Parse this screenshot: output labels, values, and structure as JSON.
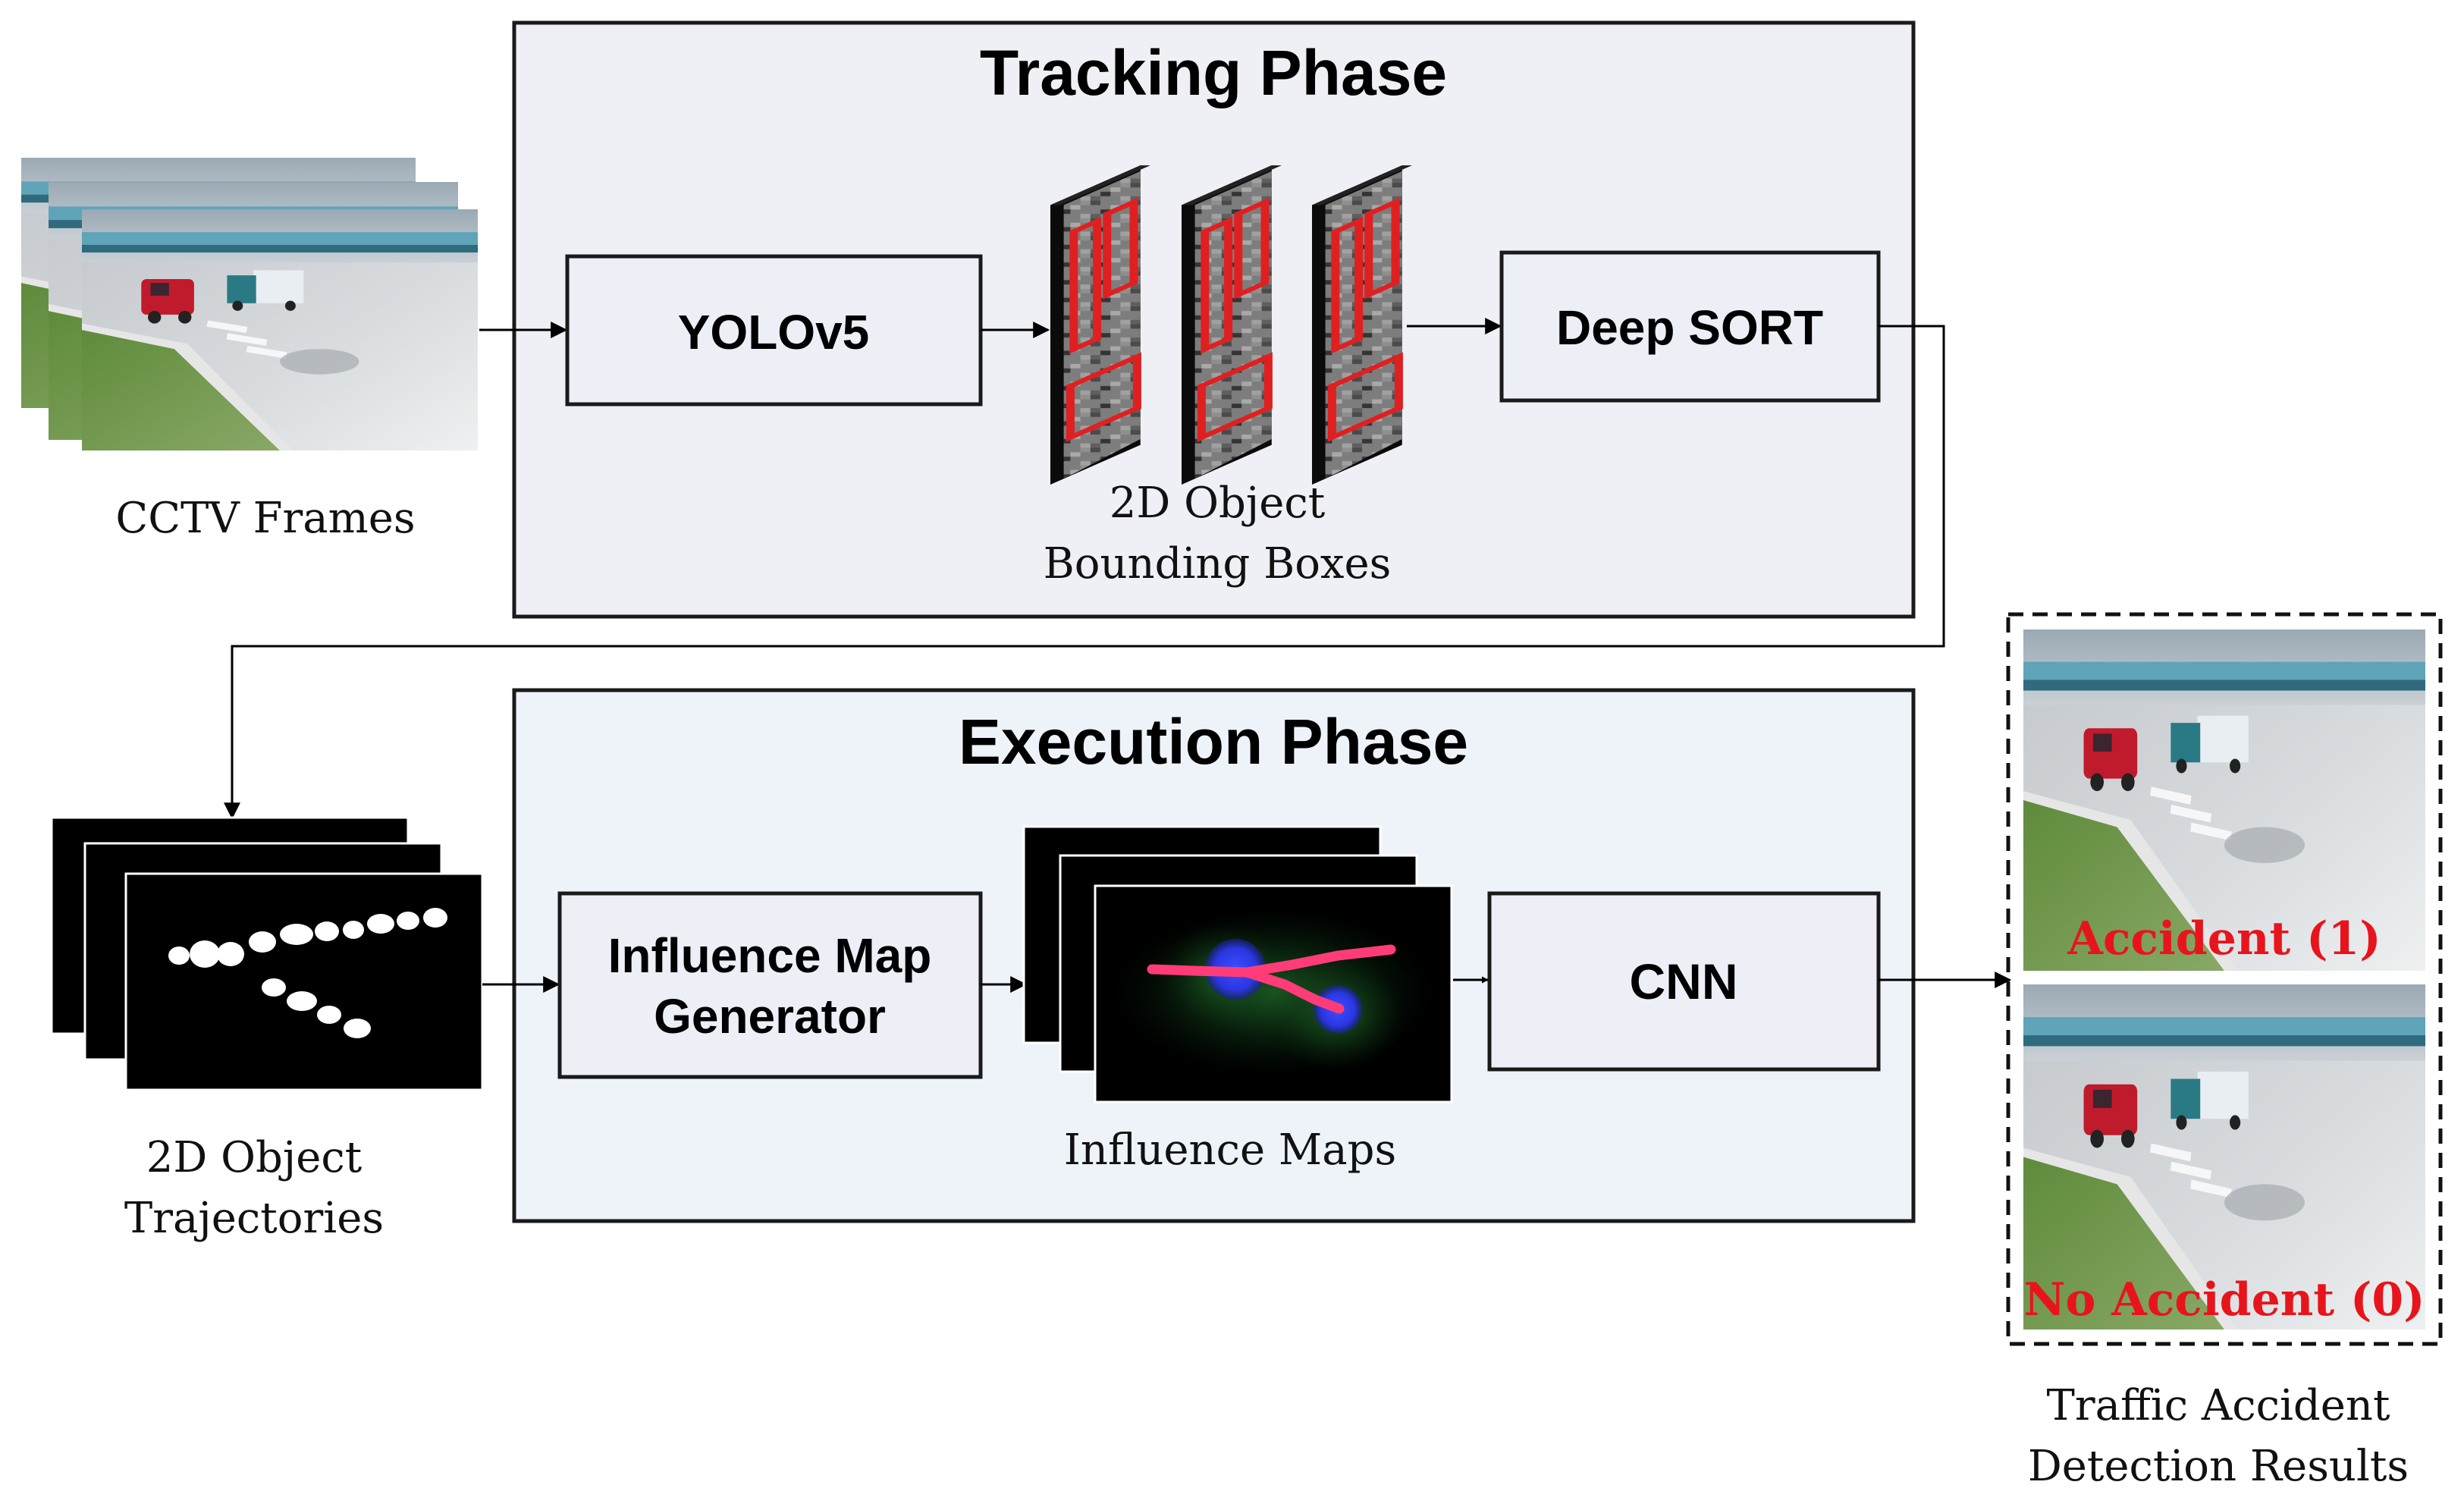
{
  "diagram": {
    "tracking_phase": {
      "title": "Tracking Phase",
      "yolo_label": "YOLOv5",
      "deepsort_label": "Deep SORT",
      "bbox_caption_line1": "2D Object",
      "bbox_caption_line2": "Bounding Boxes"
    },
    "execution_phase": {
      "title": "Execution Phase",
      "generator_line1": "Influence Map",
      "generator_line2": "Generator",
      "cnn_label": "CNN",
      "maps_caption": "Influence Maps"
    },
    "inputs": {
      "cctv_caption": "CCTV Frames",
      "trajectories_caption_line1": "2D Object",
      "trajectories_caption_line2": "Trajectories"
    },
    "results": {
      "accident_label": "Accident (1)",
      "no_accident_label": "No Accident (0)",
      "caption_line1": "Traffic Accident",
      "caption_line2": "Detection Results"
    },
    "colors": {
      "tracking_bg": "#eef0f5",
      "execution_bg": "#eef3fa",
      "box_fill": "#eceff6",
      "bbox_red": "#e02020",
      "label_red": "#e8141c",
      "trajectory_line": "#ff3c78",
      "trajectory_blob": "#2c3cff"
    }
  }
}
